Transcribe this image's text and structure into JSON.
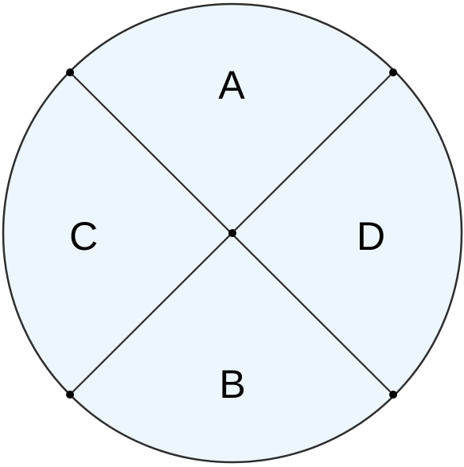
{
  "colors": {
    "fill": "#eef6fd",
    "stroke": "#2e2e2e",
    "point": "#000000",
    "text": "#000000"
  },
  "diagram": {
    "description_shape": "circle-divided-by-two-chords",
    "regions": [
      {
        "label": "A"
      },
      {
        "label": "B"
      },
      {
        "label": "C"
      },
      {
        "label": "D"
      }
    ]
  }
}
